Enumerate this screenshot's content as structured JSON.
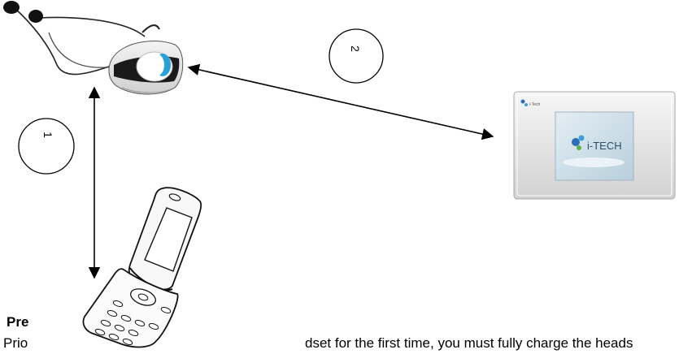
{
  "circles": {
    "top": {
      "label": "2"
    },
    "left": {
      "label": "1"
    }
  },
  "text": {
    "heading_fragment": "Pre",
    "body_left_fragment": "Prio",
    "body_right_fragment": "dset for the first time, you must fully charge the heads"
  },
  "colors": {
    "arrow": "#000000",
    "device_body": "#e7e7e7",
    "screen_blue": "#c9dbe6",
    "earbud_accent": "#2aa0d8"
  },
  "icons": {
    "headset": "bluetooth-headset-icon",
    "phone": "flip-phone-icon",
    "hub": "itech-base-unit-icon"
  },
  "hub": {
    "brand": "i-TECH",
    "small_brand": "i-Tech"
  }
}
